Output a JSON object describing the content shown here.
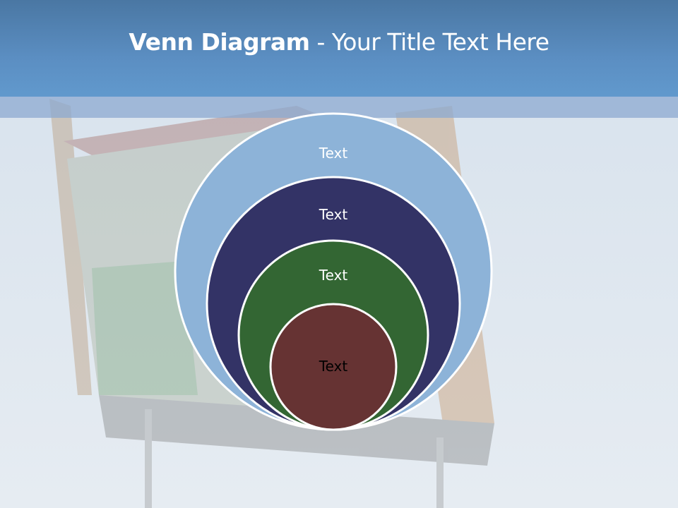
{
  "title": {
    "bold": "Venn Diagram",
    "separator": " - ",
    "rest": "Your Title Text Here"
  },
  "diagram": {
    "type": "nested-venn",
    "circles": [
      {
        "label": "Text",
        "fill": "#8db3d8",
        "text_color": "#ffffff"
      },
      {
        "label": "Text",
        "fill": "#333366",
        "text_color": "#ffffff"
      },
      {
        "label": "Text",
        "fill": "#336633",
        "text_color": "#ffffff"
      },
      {
        "label": "Text",
        "fill": "#663333",
        "text_color": "#000000"
      }
    ]
  },
  "colors": {
    "header": "#5b8ec2",
    "outline": "#ffffff"
  }
}
